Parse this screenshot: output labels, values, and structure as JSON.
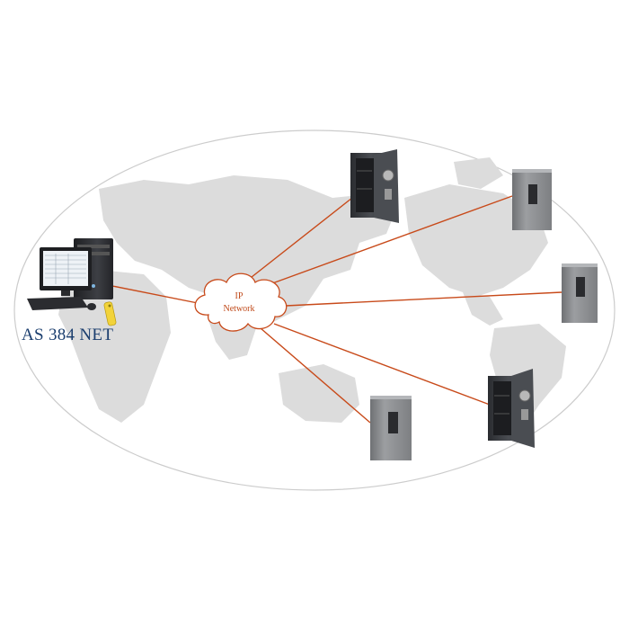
{
  "system_label": "AS 384 NET",
  "network": {
    "line1": "IP",
    "line2": "Network"
  },
  "colors": {
    "link": "#c84a1a",
    "map_land": "#d9d9d9",
    "ellipse_border": "#c8c8c8",
    "label": "#1b3e6e",
    "safe_dark": "#3a3d42",
    "safe_grey": "#8a8c8f"
  }
}
